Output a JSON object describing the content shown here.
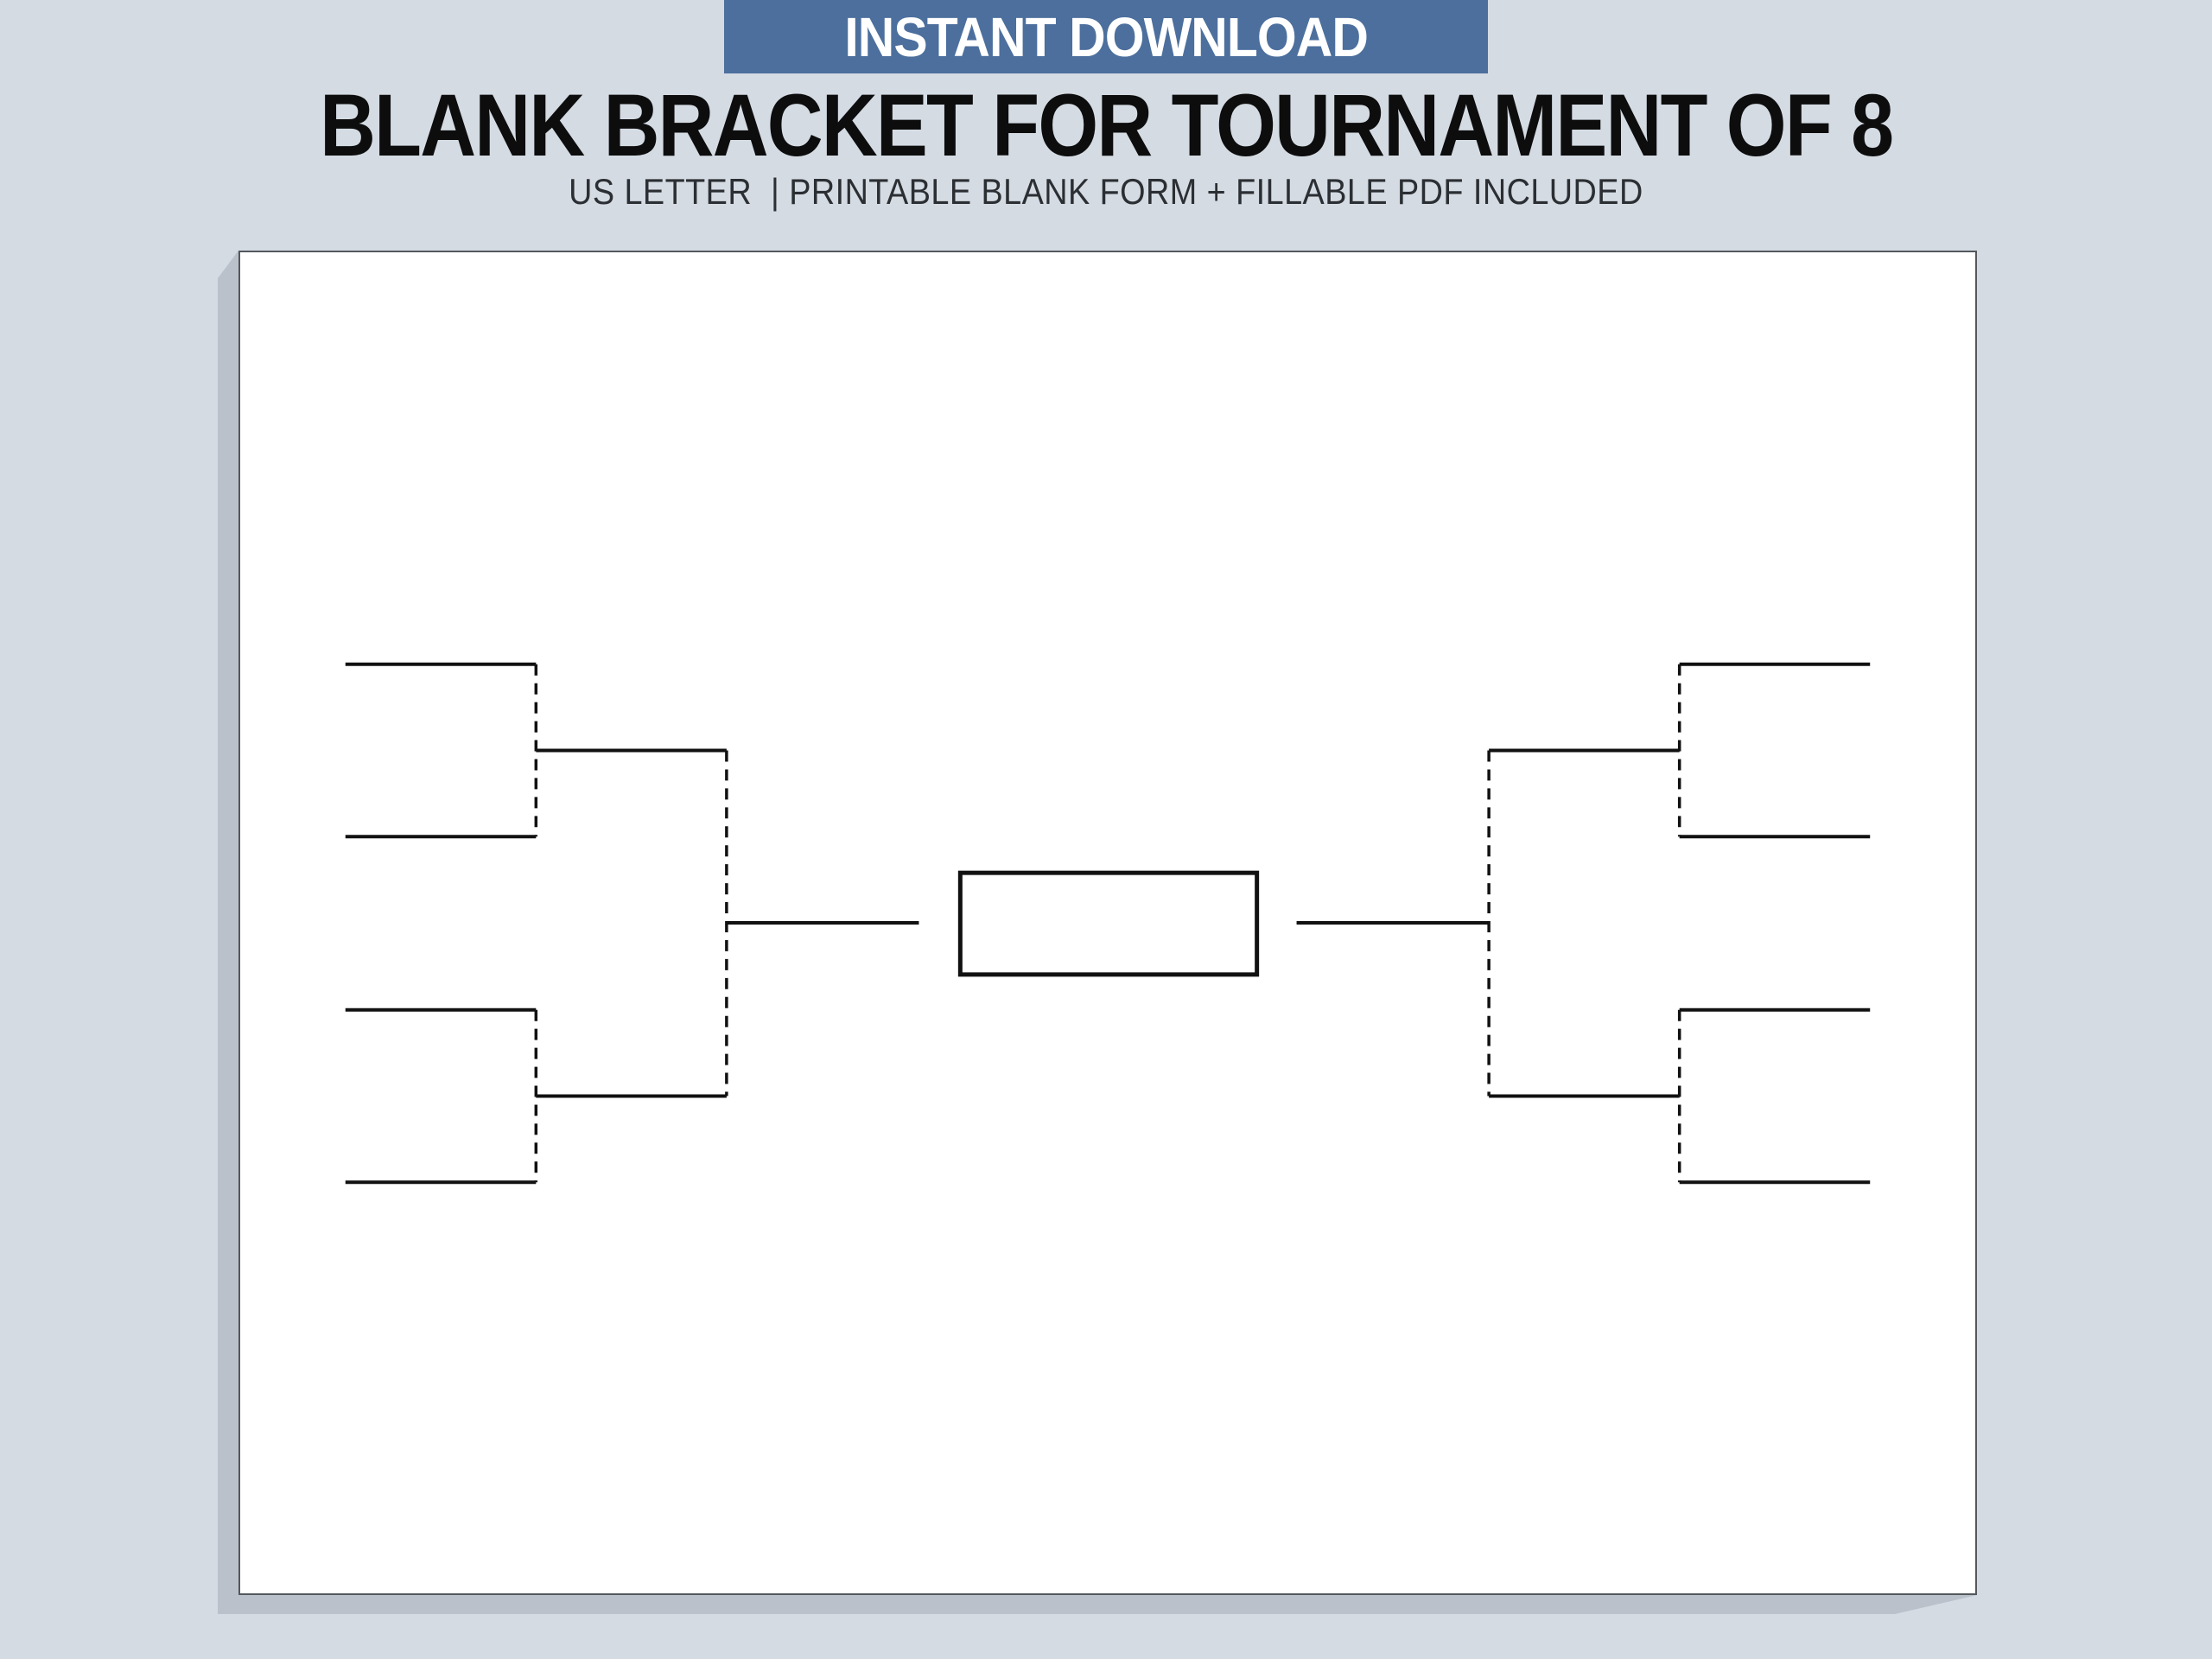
{
  "banner": {
    "label": "INSTANT DOWNLOAD"
  },
  "header": {
    "title": "BLANK BRACKET FOR TOURNAMENT OF 8",
    "subtitle": "US LETTER  | PRINTABLE BLANK FORM + FILLABLE PDF INCLUDED"
  },
  "colors": {
    "page_bg": "#d4dbe3",
    "banner_bg": "#4c6f9d",
    "banner_text": "#ffffff",
    "title_color": "#0d0d0d",
    "subtitle_color": "#2b2f33",
    "sheet_bg": "#ffffff",
    "sheet_border": "#54585c",
    "sheet_shadow": "#bac1cb",
    "line_color": "#111111"
  },
  "bracket": {
    "type": "single-elimination",
    "team_count": 8,
    "sides": 2,
    "slots_per_side": 4,
    "left_slot_values": [
      "",
      "",
      "",
      ""
    ],
    "right_slot_values": [
      "",
      "",
      "",
      ""
    ],
    "final_box_value": ""
  }
}
